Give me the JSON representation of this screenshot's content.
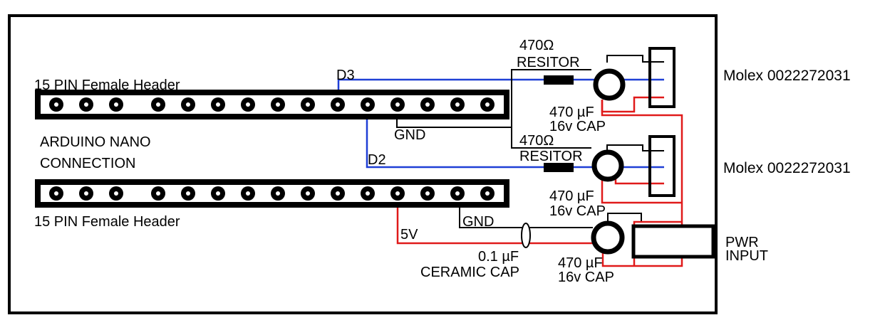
{
  "labels": {
    "header_top": "15 PIN Female Header",
    "header_bottom": "15 PIN Female Header",
    "arduino_line1": "ARDUINO NANO",
    "arduino_line2": "CONNECTION",
    "d3": "D3",
    "d2": "D2",
    "gnd_top": "GND",
    "gnd_bottom": "GND",
    "v5": "5V",
    "resistor1_value": "470Ω",
    "resistor1_type": "RESITOR",
    "resistor2_value": "470Ω",
    "resistor2_type": "RESITOR",
    "cap1_value": "470 µF",
    "cap1_rating": "16v CAP",
    "cap2_value": "470 µF",
    "cap2_rating": "16v CAP",
    "cap3_value": "470 µF",
    "cap3_rating": "16v CAP",
    "ceramic_value": "0.1 µF",
    "ceramic_type": "CERAMIC CAP",
    "molex1": "Molex 0022272031",
    "molex2": "Molex 0022272031",
    "pwr_line1": "PWR",
    "pwr_line2": "INPUT"
  },
  "colors": {
    "blue_wire": "#1f3fd6",
    "red_wire": "#e01a1a",
    "black": "#000000"
  },
  "header_pins": 15
}
